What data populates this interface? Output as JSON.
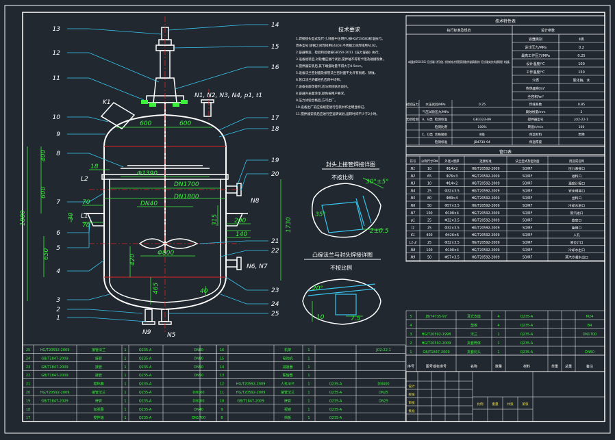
{
  "colors": {
    "background": "#212830",
    "frame": "#ffffff",
    "vessel": "#ffffff",
    "dimension": "#3cf03c",
    "leader": "#37c7f0",
    "centerline": "#e02424",
    "yellow": "#f0e040",
    "table_text": "#3cf03c"
  },
  "part_balloons_left": [
    "13",
    "12",
    "11",
    "10",
    "9",
    "8",
    "7",
    "6",
    "5",
    "4",
    "3",
    "2",
    "1"
  ],
  "part_balloons_right": [
    "14",
    "15",
    "16",
    "17",
    "18",
    "19",
    "20",
    "21",
    "22",
    "23",
    "24",
    "25"
  ],
  "nozzle_labels": {
    "top_group": "N1, N2, N3, N4, p1, t1",
    "k1": "K1",
    "l2": "L2",
    "l1": "L1",
    "n8": "N8",
    "n6n7": "N6, N7",
    "n9": "N9",
    "n5": "N5"
  },
  "dimensions": {
    "d600_left": "600",
    "d600_right": "600",
    "d400": "400",
    "d600_v": "600",
    "d1880": "1880",
    "d18": "18",
    "d1390": "Φ1390",
    "d1700": "DN1700",
    "d1800": "DN1800",
    "d1730": "1730",
    "d70": "70",
    "d70b": "70",
    "d40": "DN40",
    "d30": "30",
    "d650": "650",
    "d315": "315",
    "d200": "200",
    "d140": "140",
    "d800": "Φ800",
    "d420": "420",
    "d465": "465",
    "d40b": "40"
  },
  "tech_requirements": {
    "title": "技术要求",
    "lines": [
      "1.焊接接头型式及尺寸,除图中注明外,按HG/T20583标准执行。",
      "  焊条型号:碳钢之间焊接用E4303,不锈钢之间焊接用A102。",
      "2.容器制造、检验和验收按GB150-2011《压力容器》执行。",
      "3.设备组装后,对轮槽应进行试验,搅拌轴不得有卡阻及碰撞现象。",
      "4.搅拌器安装后,其下端摆动量不得大于0.5mm。",
      "5.设备法兰密封面及接管法兰密封面不允许有划痕、锈蚀。",
      "6.管口法兰的螺栓孔应跨中均布。",
      "7.设备支座焊接时,应与筒体贴合良好。",
      "8.容器外表面涂漆,颜色按用户要求。",
      "9.压力试验合格后,方可出厂。",
      "10.设备出厂前应按规定进行包装并作出明显标记。",
      "11.搅拌器安装后应进行空运转试验,运转时间不少于2小时。"
    ]
  },
  "detail_1": {
    "title": "封头上接管焊接详图",
    "scale": "不按比例",
    "angle": "30°±5°",
    "angle2": "35°",
    "gap": "2±0.5"
  },
  "detail_2": {
    "title": "凸缘法兰与封头焊接详图",
    "scale": "不按比例",
    "angle": "20°",
    "d10": "10",
    "d7_5": "7.5"
  },
  "design_table": {
    "title": "技术特性表",
    "header_left": "执行标准及规范",
    "header_right": "设计参数",
    "left_note": "本设备按GB150-2011《压力容器》进行制造、检验和验收,并接受国家质量技术监督局颁发的《压力容器安全技术监察规程》的监督。",
    "rows": [
      [
        "容器类别",
        "Ⅱ类"
      ],
      [
        "设计压力/MPa",
        "0.2"
      ],
      [
        "最高工作压力/MPa",
        "0.25"
      ],
      [
        "设计温度/℃",
        "100"
      ],
      [
        "工作温度/℃",
        "150"
      ],
      [
        "介质",
        "氯化钠、水"
      ],
      [
        "传热面积/m²",
        ""
      ],
      [
        "全容积/m³",
        ""
      ]
    ],
    "bottom_rows": [
      [
        "试验压力",
        "水压试验/MPa",
        "0.25",
        "焊缝系数",
        "0.85"
      ],
      [
        "",
        "气压试验压力/MPa",
        "",
        "腐蚀裕量/mm",
        "2"
      ],
      [
        "无损检测",
        "A、B类",
        "检测标准",
        "GB3323-89",
        "搅拌器型号",
        "JO2-22-1"
      ],
      [
        "",
        "",
        "检测比例",
        "100%",
        "转速/r/min",
        "100"
      ],
      [
        "",
        "C、D类",
        "合格级别",
        "Ⅲ级",
        "保温材料",
        "岩棉"
      ],
      [
        "",
        "",
        "检测标准",
        "JB4730-94",
        "保温厚度",
        ""
      ]
    ]
  },
  "nozzle_table": {
    "title": "管口表",
    "headers": [
      "符号",
      "公称尺寸DN",
      "外径×壁厚",
      "连接标准",
      "法兰型式及密封面",
      "用途或名称"
    ],
    "rows": [
      [
        "N1",
        "10",
        "Φ14×2",
        "HG/T20592-2009",
        "SO/RF",
        "压力表接口"
      ],
      [
        "N2",
        "65",
        "Φ76×3",
        "HG/T20592-2009",
        "SO/RF",
        "进料口"
      ],
      [
        "N3",
        "10",
        "Φ14×2",
        "HG/T20592-2009",
        "SO/RF",
        "温度计接口"
      ],
      [
        "N4",
        "25",
        "Φ32×3.5",
        "HG/T20592-2009",
        "SO/RF",
        "安全阀接口"
      ],
      [
        "N5",
        "80",
        "Φ89×4",
        "HG/T20592-2009",
        "SO/RF",
        "出料口"
      ],
      [
        "N6",
        "50",
        "Φ57×3.5",
        "HG/T20592-2009",
        "SO/RF",
        "冷却水进口"
      ],
      [
        "N7",
        "100",
        "Φ108×4",
        "HG/T20592-2009",
        "SO/RF",
        "蒸汽进口"
      ],
      [
        "p1",
        "25",
        "Φ32×3.5",
        "HG/T20592-2009",
        "SO/RF",
        "放空口"
      ],
      [
        "t1",
        "25",
        "Φ32×3.5",
        "HG/T20592-2009",
        "SO/RF",
        "备用口"
      ],
      [
        "K1",
        "400",
        "Φ426×6",
        "HG/T20592-2009",
        "SO/RF",
        "人孔"
      ],
      [
        "L1-2",
        "25",
        "Φ32×3.5",
        "HG/T20592-2009",
        "SO/RF",
        "液位计口"
      ],
      [
        "N8",
        "100",
        "Φ108×4",
        "HG/T20592-2009",
        "SO/RF",
        "冷却水出口"
      ],
      [
        "N9",
        "50",
        "Φ57×3.5",
        "HG/T20592-2009",
        "SO/RF",
        "蒸汽冷凝水出口"
      ]
    ]
  },
  "parts_list_right": {
    "rows": [
      [
        "5",
        "JB/T4735-97",
        "耳式支座",
        "4",
        "Q235-A",
        "",
        "",
        "M24"
      ],
      [
        "4",
        "",
        "垫板",
        "4",
        "Q235-A",
        "",
        "",
        "B4"
      ],
      [
        "3",
        "HG/T20592-1998",
        "法兰",
        "1",
        "Q235-A",
        "",
        "",
        "DN1700"
      ],
      [
        "2",
        "HG/T20592-2009",
        "夹套筒体",
        "1",
        "Q235-A",
        "",
        "",
        ""
      ],
      [
        "1",
        "GB/T1847-2009",
        "夹套封头",
        "1",
        "Q235-A",
        "",
        "",
        "DN50"
      ]
    ],
    "headers": [
      "序号",
      "图号或标准号",
      "名称",
      "数量",
      "材料",
      "单重",
      "总重",
      "备注"
    ]
  },
  "parts_list_bottom_left": [
    [
      "25",
      "HG/T20592-2009",
      "接管法兰",
      "1",
      "Q235-A",
      "DN80"
    ],
    [
      "24",
      "GB/T1847-2009",
      "接管",
      "1",
      "Q235-A",
      "DN80"
    ],
    [
      "23",
      "GB/T1847-2009",
      "接管",
      "1",
      "Q235-A",
      "DN50"
    ],
    [
      "22",
      "GB/T1847-2009",
      "接管",
      "1",
      "Q235-A",
      "DN50"
    ],
    [
      "21",
      "",
      "搅拌器",
      "1",
      "Q235-A",
      ""
    ],
    [
      "20",
      "HG/T20592-2009",
      "接管法兰",
      "1",
      "Q235-A",
      "DN100"
    ],
    [
      "19",
      "GB/T1847-2009",
      "接管",
      "1",
      "Q235-A",
      "DN100"
    ],
    [
      "18",
      "",
      "加强圈",
      "1",
      "Q235-A",
      "DN40"
    ],
    [
      "17",
      "",
      "搅拌轴",
      "1",
      "Q235-A",
      "DN1700"
    ]
  ],
  "parts_list_bottom_mid": [
    [
      "16",
      "",
      "机架",
      "1",
      "",
      "JO2-22-1"
    ],
    [
      "15",
      "",
      "电动机",
      "1",
      "",
      ""
    ],
    [
      "14",
      "",
      "减速器",
      "1",
      "",
      ""
    ],
    [
      "13",
      "",
      "联轴器",
      "1",
      "",
      ""
    ],
    [
      "12",
      "HG/T20592-2009",
      "人孔法兰",
      "1",
      "Q235-A",
      "DN400"
    ],
    [
      "11",
      "HG/T20592-2009",
      "接管法兰",
      "1",
      "Q235-A",
      "DN25"
    ],
    [
      "10",
      "GB/T1847-2009",
      "接管",
      "1",
      "Q235-A",
      "DN25"
    ],
    [
      "9",
      "",
      "视镜",
      "1",
      "Q235-A",
      ""
    ],
    [
      "8",
      "",
      "挡板",
      "1",
      "Q235-A",
      ""
    ]
  ],
  "title_block": {
    "labels": [
      "设计",
      "校核",
      "审核",
      "批准",
      "比例",
      "重量",
      "共张",
      "第张"
    ]
  }
}
